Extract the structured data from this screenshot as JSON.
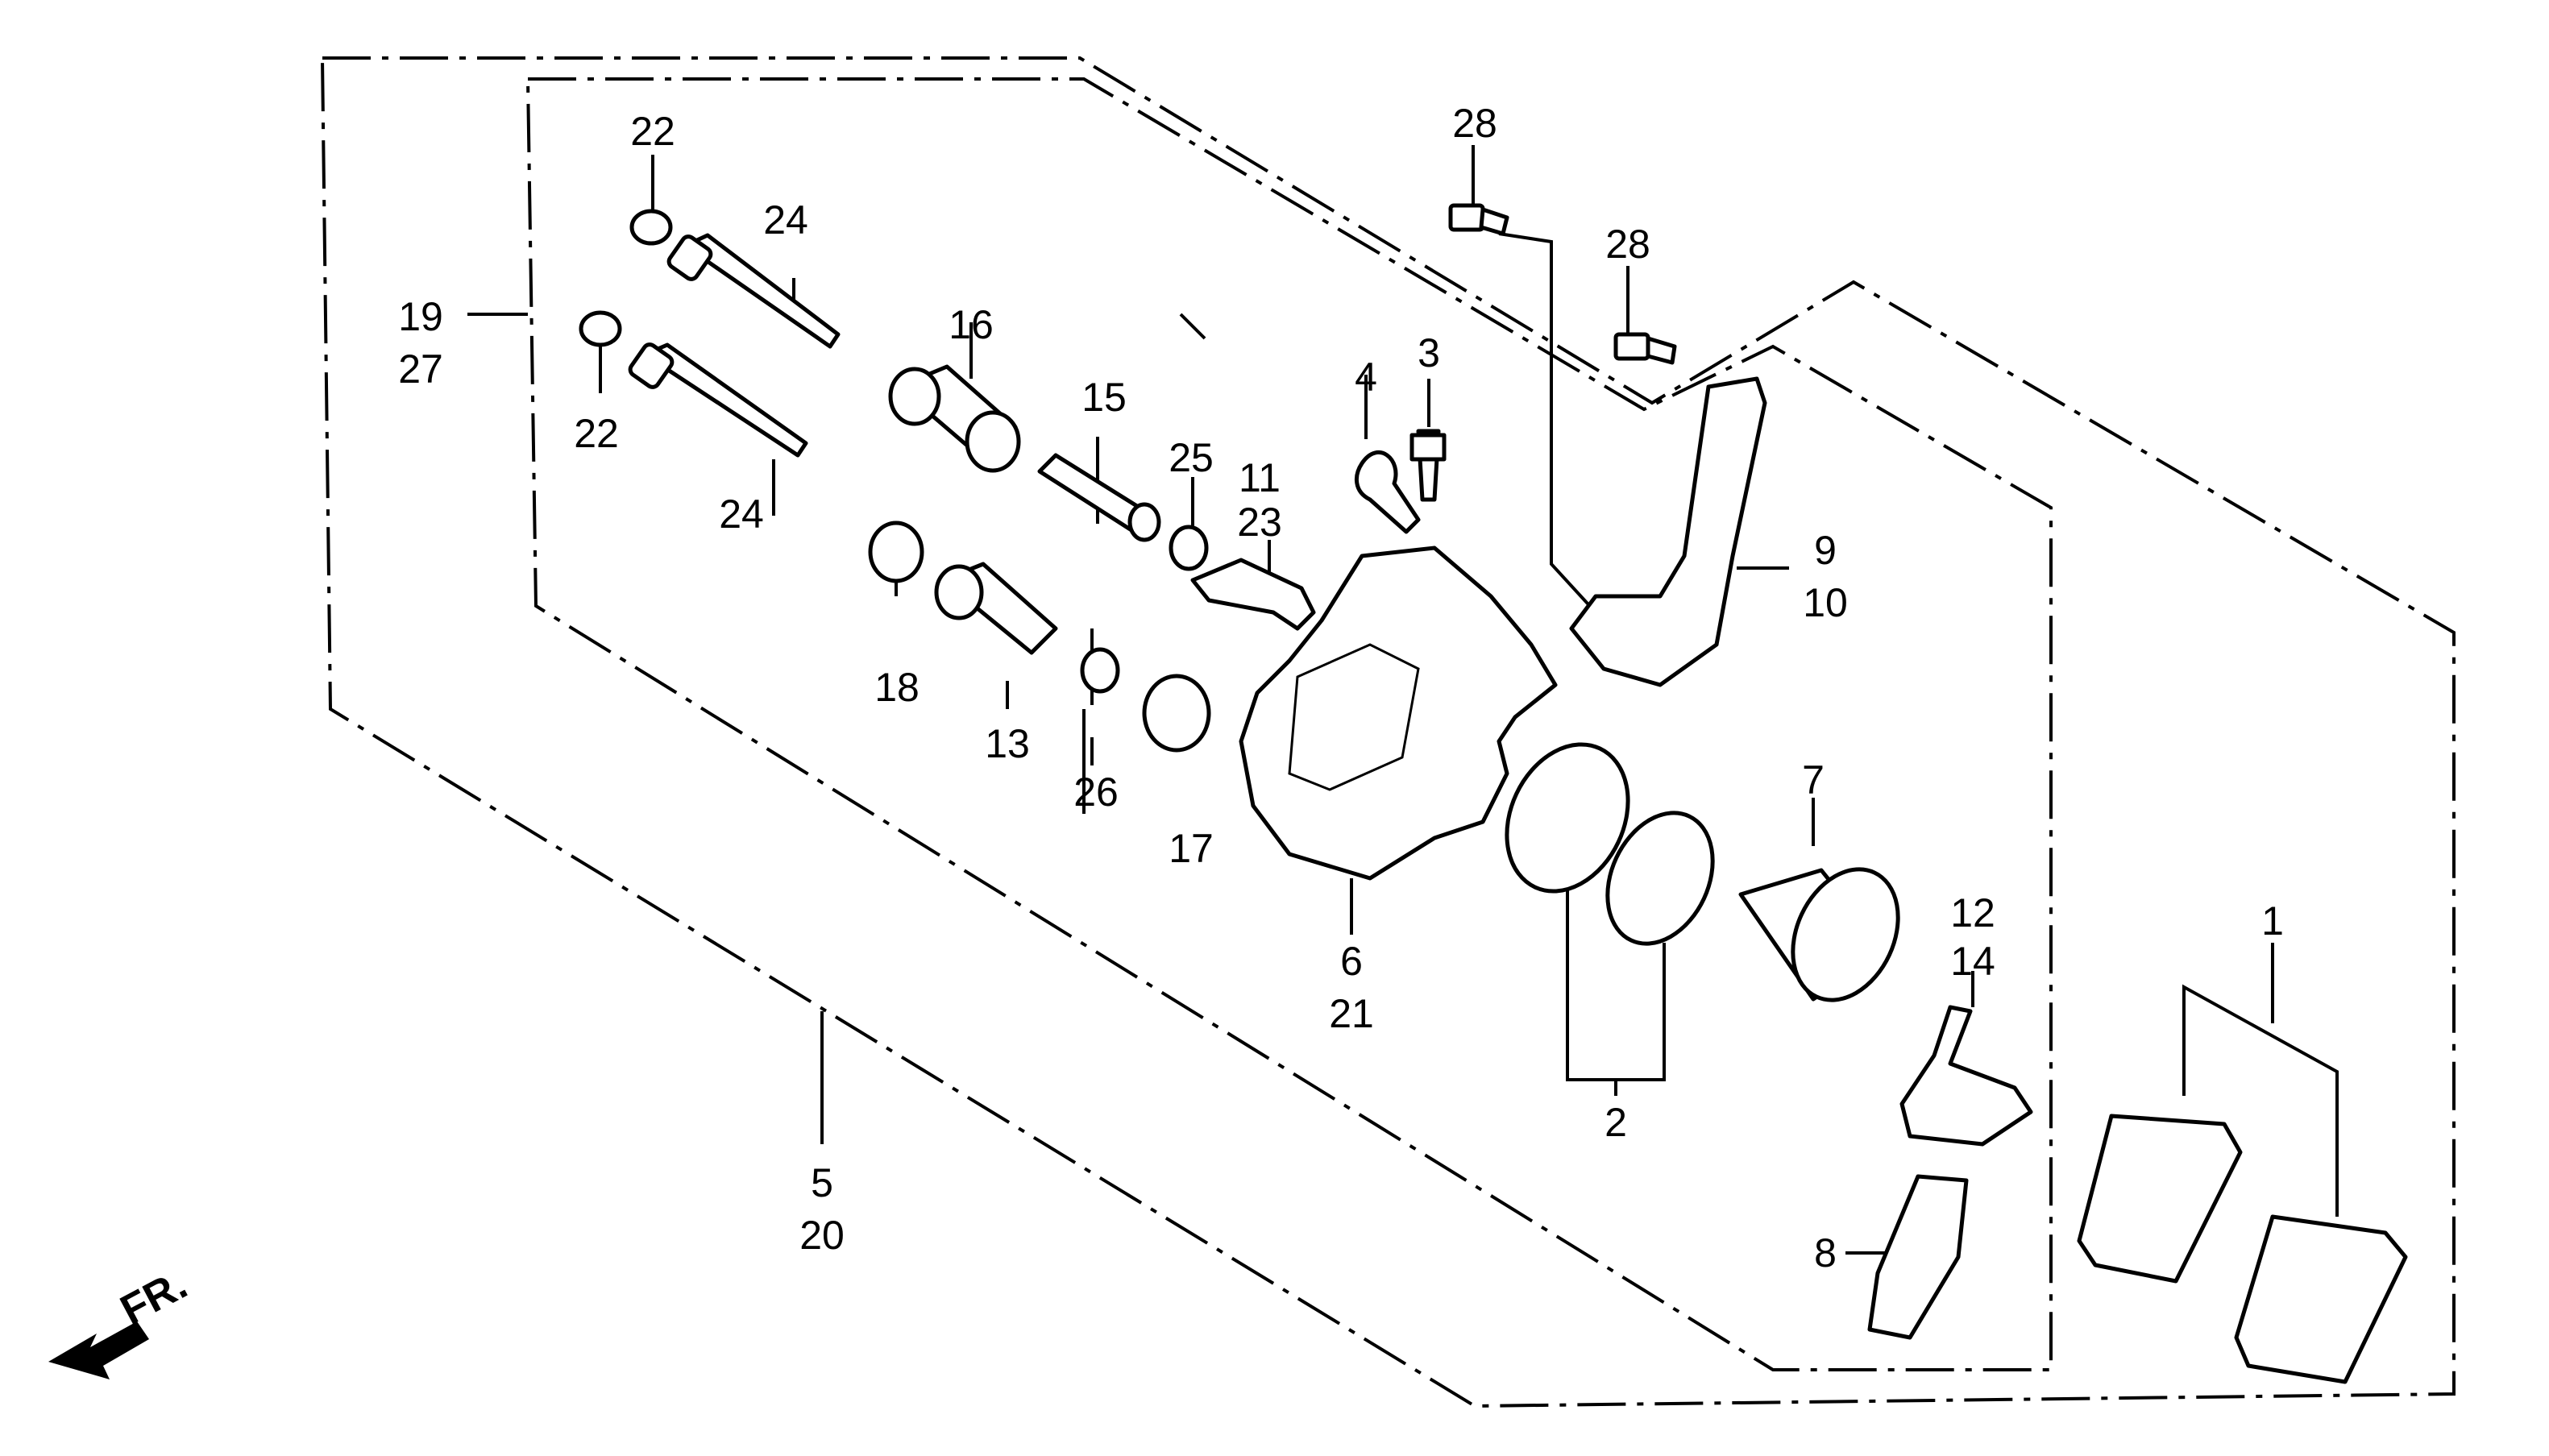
{
  "labels": {
    "l1": "1",
    "l2": "2",
    "l3": "3",
    "l4": "4",
    "l5": "5",
    "l20": "20",
    "l6": "6",
    "l21": "21",
    "l7": "7",
    "l8": "8",
    "l9": "9",
    "l10": "10",
    "l11": "11",
    "l23": "23",
    "l12": "12",
    "l14": "14",
    "l13": "13",
    "l15": "15",
    "l16": "16",
    "l17": "17",
    "l18": "18",
    "l19": "19",
    "l27": "27",
    "l22a": "22",
    "l22b": "22",
    "l24a": "24",
    "l24b": "24",
    "l25": "25",
    "l26": "26",
    "l28a": "28",
    "l28b": "28"
  },
  "direction": {
    "label": "FR.",
    "icon": "front-direction-arrow-icon"
  }
}
